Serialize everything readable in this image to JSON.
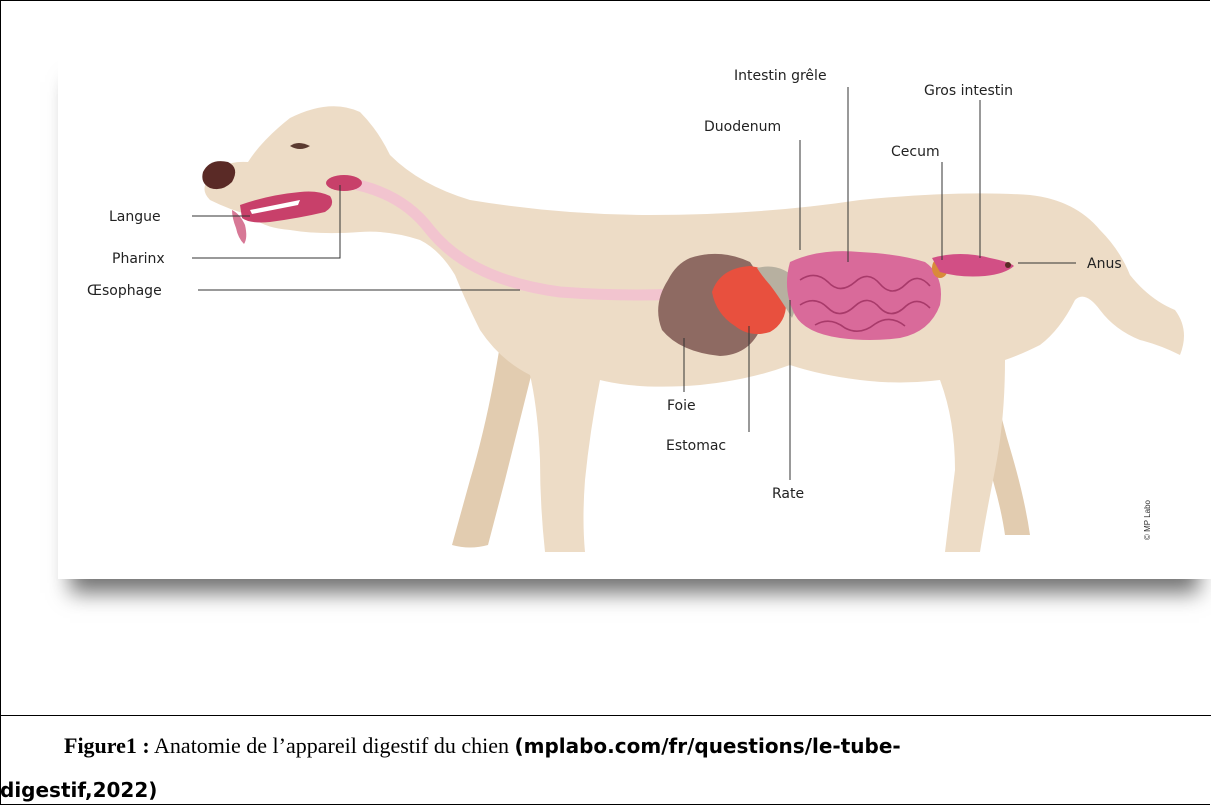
{
  "diagram": {
    "labels": {
      "langue": "Langue",
      "pharinx": "Pharinx",
      "oesophage": "Œsophage",
      "intestin_grele": "Intestin grêle",
      "gros_intestin": "Gros intestin",
      "duodenum": "Duodenum",
      "cecum": "Cecum",
      "anus": "Anus",
      "foie": "Foie",
      "estomac": "Estomac",
      "rate": "Rate"
    },
    "credit": "© MP Labo",
    "colors": {
      "body": "#eddcc6",
      "body_shade": "#e2ccb0",
      "oesophagus": "#f2c4cf",
      "liver": "#8e6a62",
      "stomach": "#e8503e",
      "spleen": "#b7b0a0",
      "intestine": "#d96a9a",
      "large_intestine": "#d24f85",
      "cecum": "#d98a3a"
    }
  },
  "caption": {
    "figure_label": "Figure1 :",
    "text": " Anatomie de l’appareil digestif du chien ",
    "source_line1": "(mplabo.com/fr/questions/le-tube-",
    "source_line2": "digestif,2022)"
  }
}
